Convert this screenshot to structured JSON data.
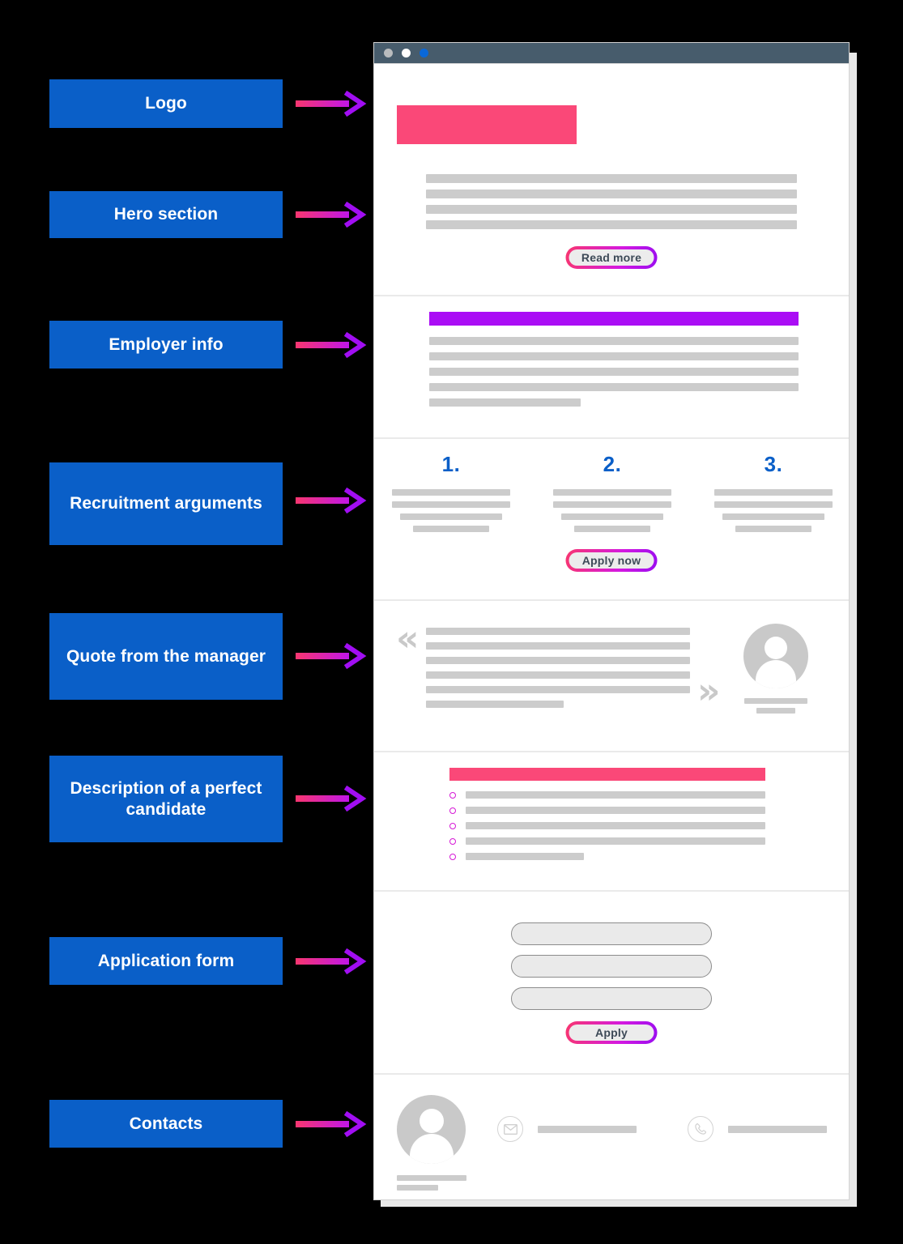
{
  "annotations": [
    {
      "label": "Logo",
      "name": "logo"
    },
    {
      "label": "Hero section",
      "name": "hero-section"
    },
    {
      "label": "Employer info",
      "name": "employer-info"
    },
    {
      "label": "Recruitment arguments",
      "name": "recruitment-arguments"
    },
    {
      "label": "Quote from the manager",
      "name": "quote-from-manager"
    },
    {
      "label": "Description of a perfect candidate",
      "name": "description-perfect-candidate"
    },
    {
      "label": "Application form",
      "name": "application-form"
    },
    {
      "label": "Contacts",
      "name": "contacts"
    }
  ],
  "browser": {
    "window_dots": [
      "gray",
      "white",
      "blue"
    ]
  },
  "hero": {
    "read_more_label": "Read more"
  },
  "arguments": {
    "numbers": [
      "1.",
      "2.",
      "3."
    ],
    "apply_now_label": "Apply now"
  },
  "quote": {
    "open_mark": "«",
    "close_mark": "»"
  },
  "form": {
    "apply_label": "Apply"
  },
  "contacts": {
    "email_icon": "envelope-icon",
    "phone_icon": "phone-icon"
  },
  "colors": {
    "annotation_bg": "#0a5fc8",
    "annotation_text": "#ffffff",
    "arrow_start": "#f8366f",
    "arrow_end": "#9a0df0",
    "titlebar": "#475c6c",
    "logo_block": "#fa4878",
    "employer_heading": "#aa0df5",
    "candidate_heading": "#fa4878",
    "number_blue": "#0a5fc8",
    "skeleton_gray": "#cccccc",
    "bullet_outline": "#d618d6",
    "dot_blue": "#0a68d8",
    "dot_gray": "#b9bcbe"
  }
}
